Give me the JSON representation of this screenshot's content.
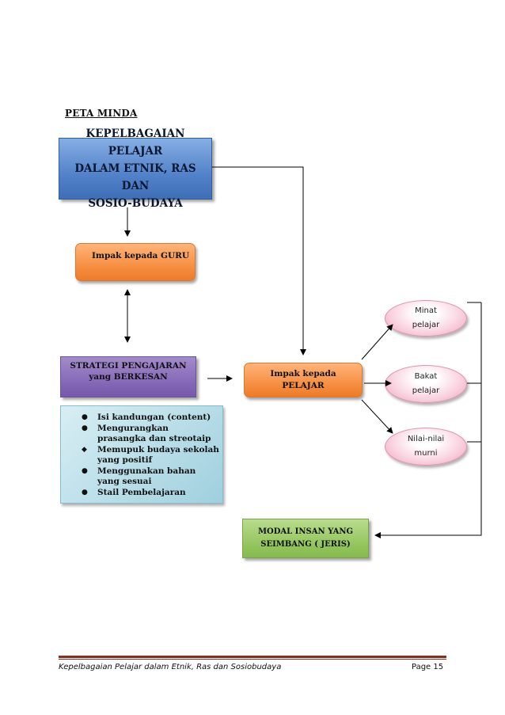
{
  "heading": "PETA MINDA",
  "boxes": {
    "main": [
      "KEPELBAGAIAN PELAJAR",
      "DALAM ETNIK, RAS DAN",
      "SOSIO-BUDAYA"
    ],
    "guru": "Impak kepada GURU",
    "strategi": [
      "STRATEGI PENGAJARAN",
      "yang BERKESAN"
    ],
    "pelajar": [
      "Impak kepada",
      "PELAJAR"
    ],
    "modal": [
      "MODAL INSAN YANG",
      "SEIMBANG ( JERIS)"
    ]
  },
  "strategies": [
    {
      "bullet": "●",
      "text": "Isi kandungan (content)"
    },
    {
      "bullet": "●",
      "text": "Mengurangkan prasangka dan streotaip"
    },
    {
      "bullet": "◆",
      "text": "Memupuk budaya sekolah yang positif"
    },
    {
      "bullet": "●",
      "text": "Menggunakan bahan yang sesuai"
    },
    {
      "bullet": "●",
      "text": "Stail Pembelajaran"
    }
  ],
  "ovals": {
    "minat": [
      "Minat",
      "pelajar"
    ],
    "bakat": [
      "Bakat",
      "pelajar"
    ],
    "nilai": [
      "Nilai-nilai",
      "murni"
    ]
  },
  "footer": {
    "left": "Kepelbagaian Pelajar dalam Etnik, Ras dan Sosiobudaya",
    "right": "Page 15"
  }
}
